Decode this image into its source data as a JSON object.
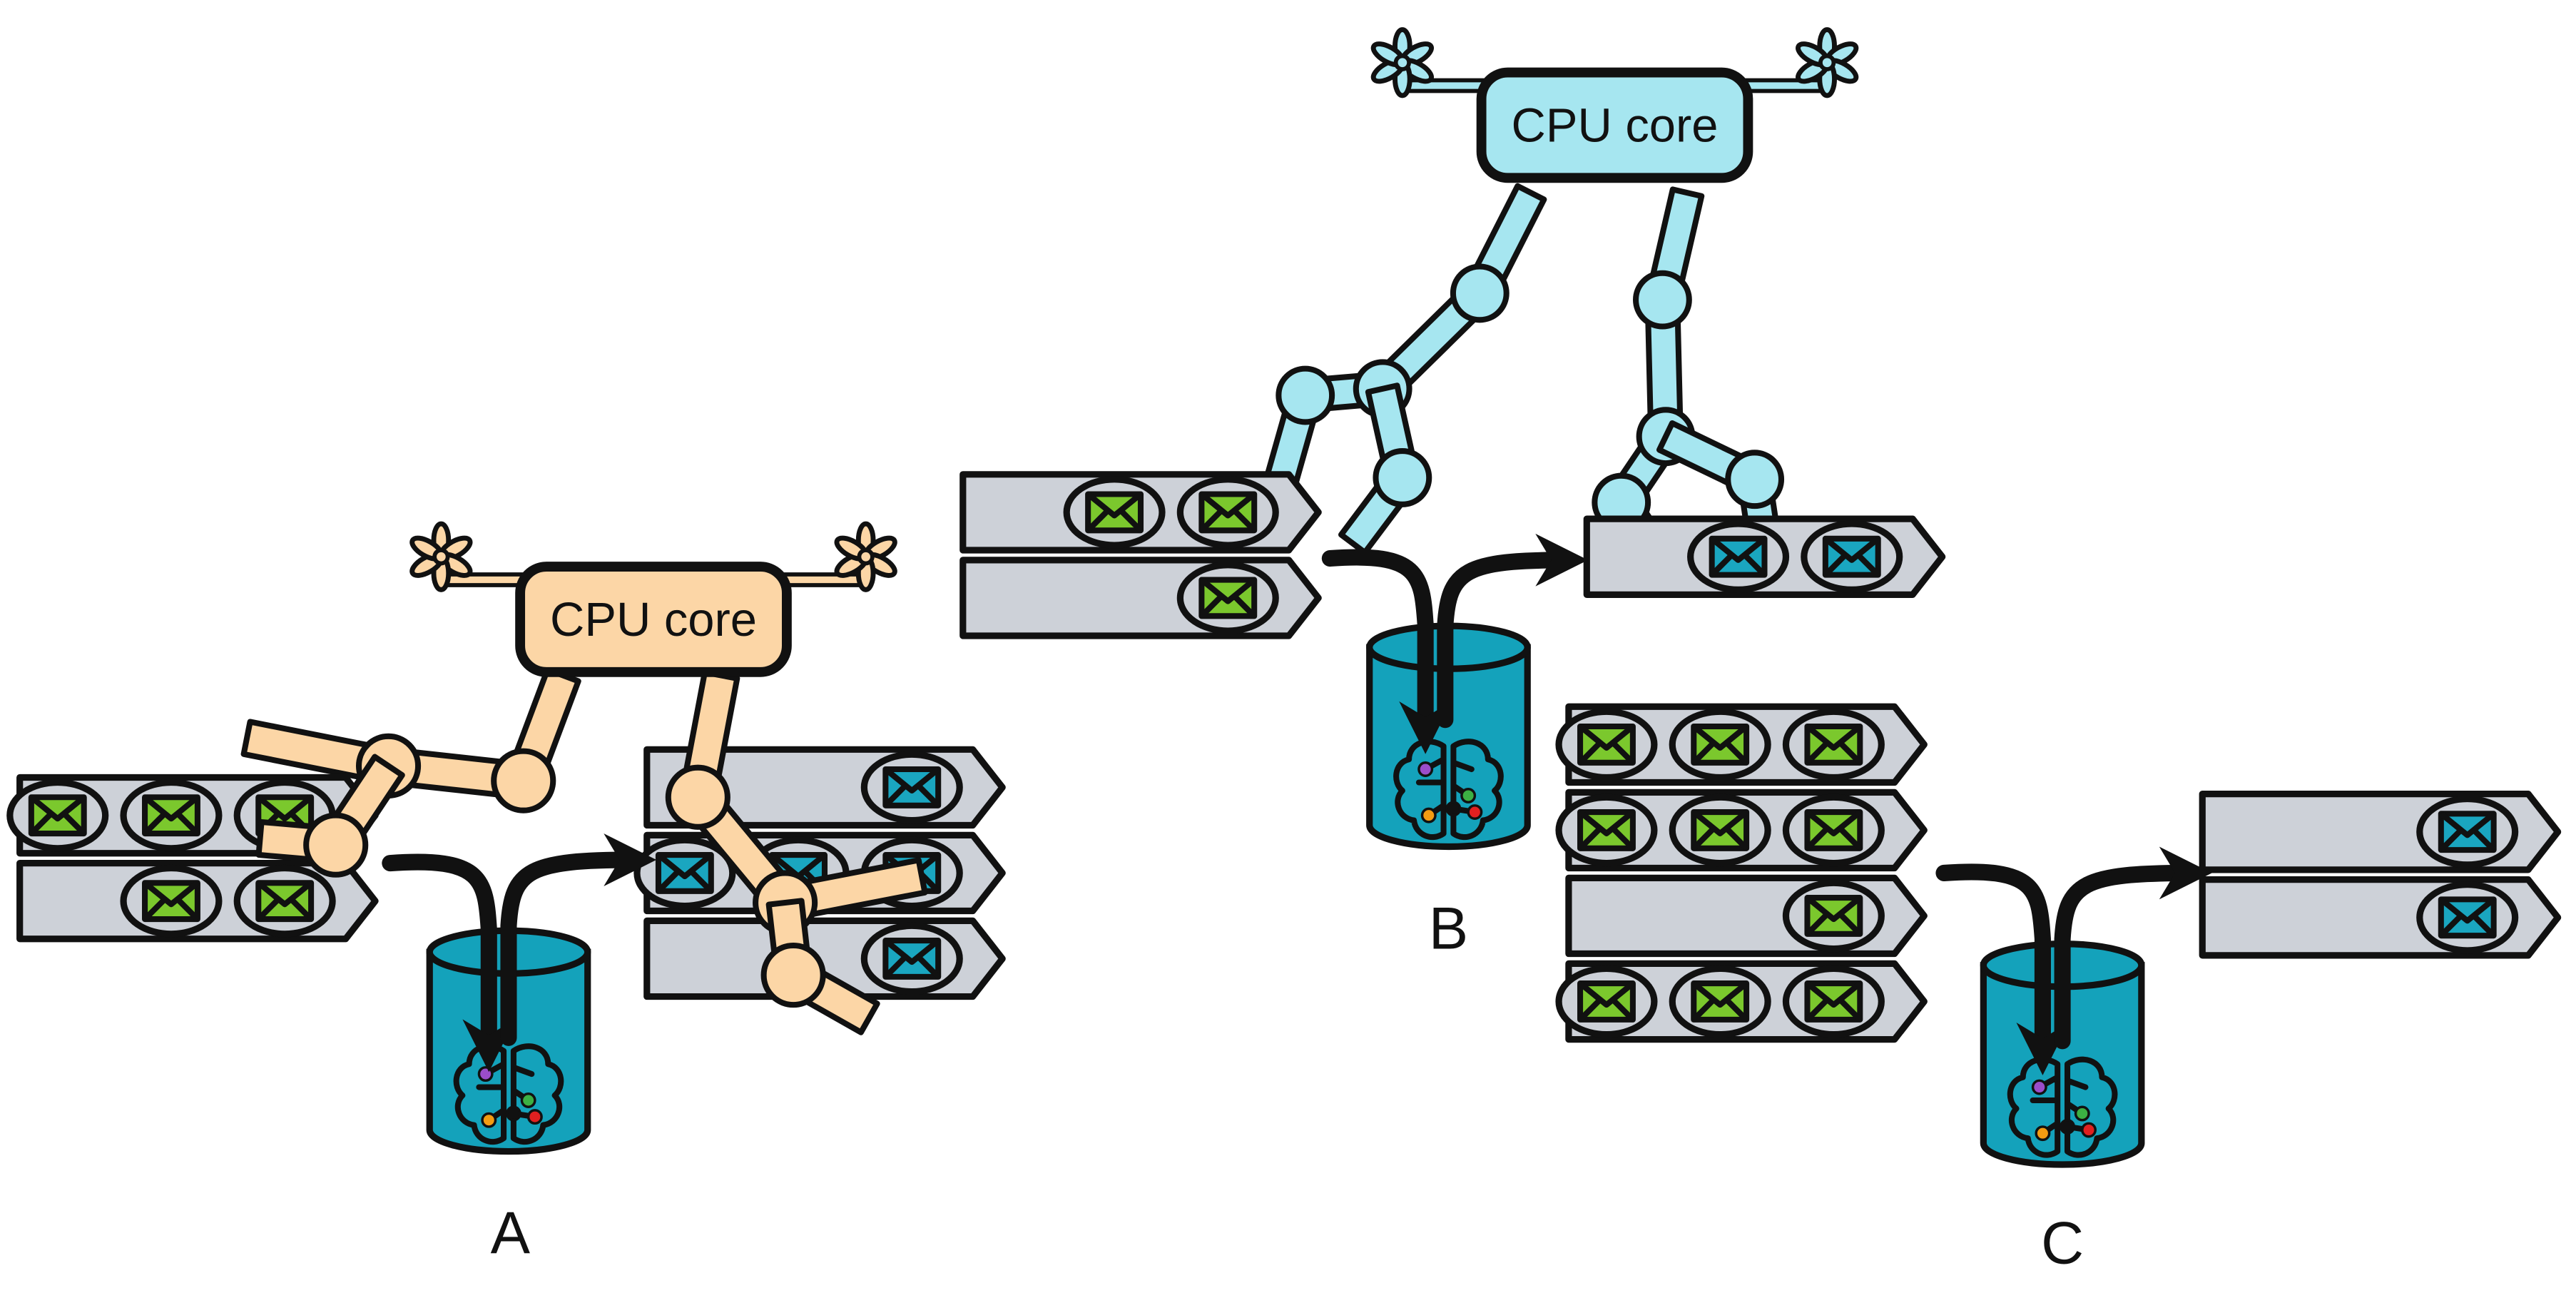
{
  "colors": {
    "queue_fill": "#cdd1d8",
    "outline": "#111111",
    "incoming_message": "#7bc82d",
    "processed_message": "#1aa6c0",
    "storage_cylinder": "#14a2bb",
    "robot_a": "#fcd6a6",
    "robot_b": "#a6e6f0",
    "brain_dots": [
      "#9b4dca",
      "#3cb043",
      "#f39c12",
      "#e02020",
      "#111111"
    ]
  },
  "icons": {
    "message": "envelope-icon",
    "storage": "database-cylinder-icon",
    "processor": "brain-circuit-icon",
    "rotor": "propeller-icon"
  },
  "robots": [
    {
      "label": "CPU core",
      "color": "robot_a"
    },
    {
      "label": "CPU core",
      "color": "robot_b"
    }
  ],
  "panels": [
    {
      "label": "A",
      "incoming_queues": [
        3,
        2
      ],
      "outgoing_queues": [
        1,
        3,
        1
      ]
    },
    {
      "label": "B",
      "incoming_queues": [
        2,
        1
      ],
      "outgoing_queues": [
        2
      ]
    },
    {
      "label": "C",
      "incoming_queues": [
        3,
        3,
        1,
        3
      ],
      "outgoing_queues": [
        1,
        1
      ]
    }
  ]
}
